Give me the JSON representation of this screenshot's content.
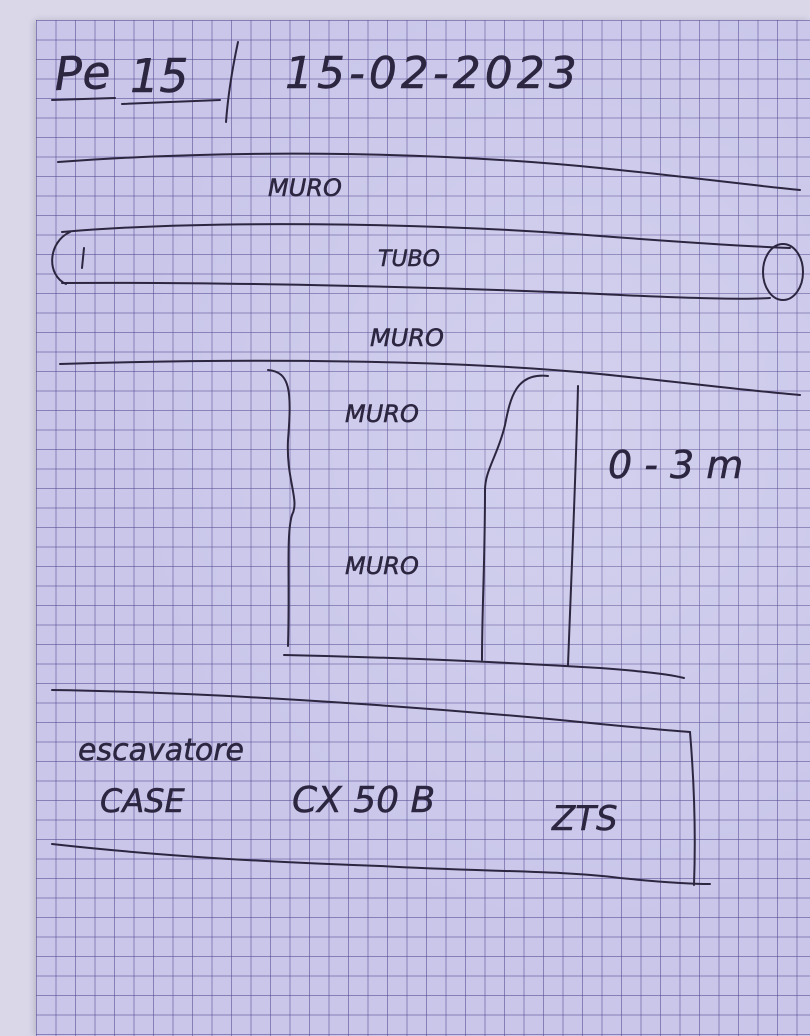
{
  "header": {
    "ref_prefix": "Pe",
    "ref_number": "15",
    "date": "15-02-2023"
  },
  "drawing": {
    "upper_wall_label": "MURO",
    "pipe_label": "TUBO",
    "middle_wall_label": "MURO",
    "trench_wall_top_label": "MURO",
    "trench_wall_bottom_label": "MURO",
    "depth_label": "0 - 3 m"
  },
  "equipment": {
    "type": "escavatore",
    "brand": "CASE",
    "model": "CX 50 B",
    "variant": "ZTS"
  }
}
